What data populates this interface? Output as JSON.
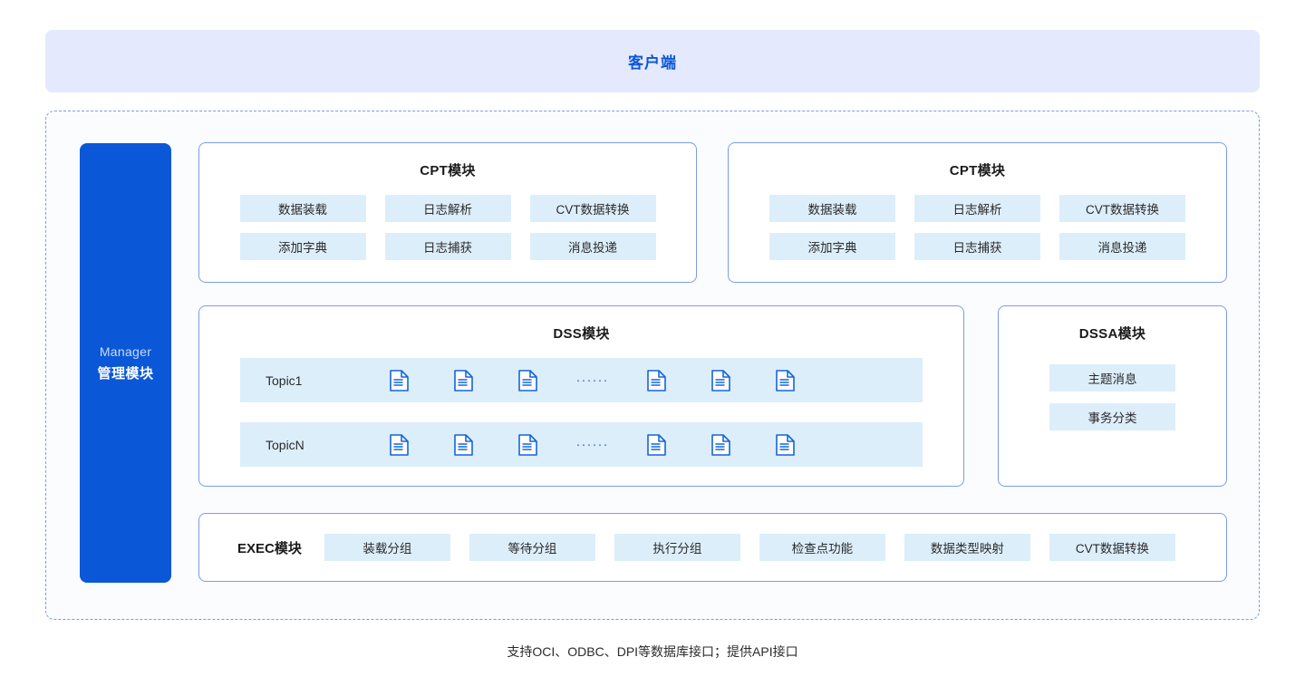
{
  "header": {
    "client_title": "客户端"
  },
  "manager": {
    "en_label": "Manager",
    "cn_label": "管理模块"
  },
  "cpt_modules": [
    {
      "title": "CPT模块",
      "items": [
        "数据装载",
        "日志解析",
        "CVT数据转换",
        "添加字典",
        "日志捕获",
        "消息投递"
      ]
    },
    {
      "title": "CPT模块",
      "items": [
        "数据装载",
        "日志解析",
        "CVT数据转换",
        "添加字典",
        "日志捕获",
        "消息投递"
      ]
    }
  ],
  "dss": {
    "title": "DSS模块",
    "ellipsis": "······",
    "rows": [
      {
        "label": "Topic1",
        "docs_before": 3,
        "docs_after": 3
      },
      {
        "label": "TopicN",
        "docs_before": 3,
        "docs_after": 3
      }
    ]
  },
  "dssa": {
    "title": "DSSA模块",
    "items": [
      "主题消息",
      "事务分类"
    ]
  },
  "exec": {
    "title": "EXEC模块",
    "items": [
      "装载分组",
      "等待分组",
      "执行分组",
      "检查点功能",
      "数据类型映射",
      "CVT数据转换"
    ]
  },
  "footer": {
    "note": "支持OCI、ODBC、DPI等数据库接口；提供API接口"
  },
  "colors": {
    "brand_blue": "#0a57d8",
    "banner_bg": "#e4e9fd",
    "chip_bg": "#ddeefb",
    "card_border": "#7d9bea",
    "icon_blue": "#1565d8"
  },
  "icons": {
    "document": "document-icon"
  }
}
